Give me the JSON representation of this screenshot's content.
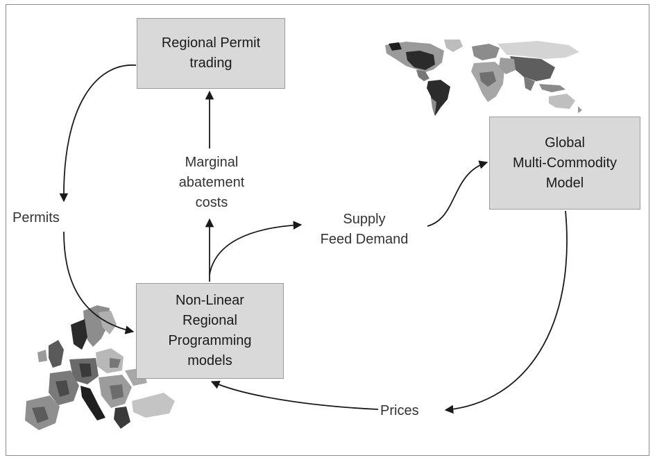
{
  "boxes": {
    "regional_permit_trading": "Regional Permit\ntrading",
    "global_model": "Global\nMulti-Commodity\nModel",
    "nonlinear_models": "Non-Linear\nRegional\nProgramming\nmodels"
  },
  "labels": {
    "marginal_abatement_costs": "Marginal\nabatement\ncosts",
    "permits": "Permits",
    "supply_feed_demand": "Supply\nFeed Demand",
    "prices": "Prices"
  },
  "colors": {
    "box_fill": "#d9d9d9",
    "arrow": "#1a1a1a",
    "map_dark": "#2b2b2b",
    "map_mid": "#777777",
    "map_light": "#b8b8b8"
  },
  "icons": {
    "world_map": "world-map-icon",
    "europe_map": "europe-map-icon"
  }
}
